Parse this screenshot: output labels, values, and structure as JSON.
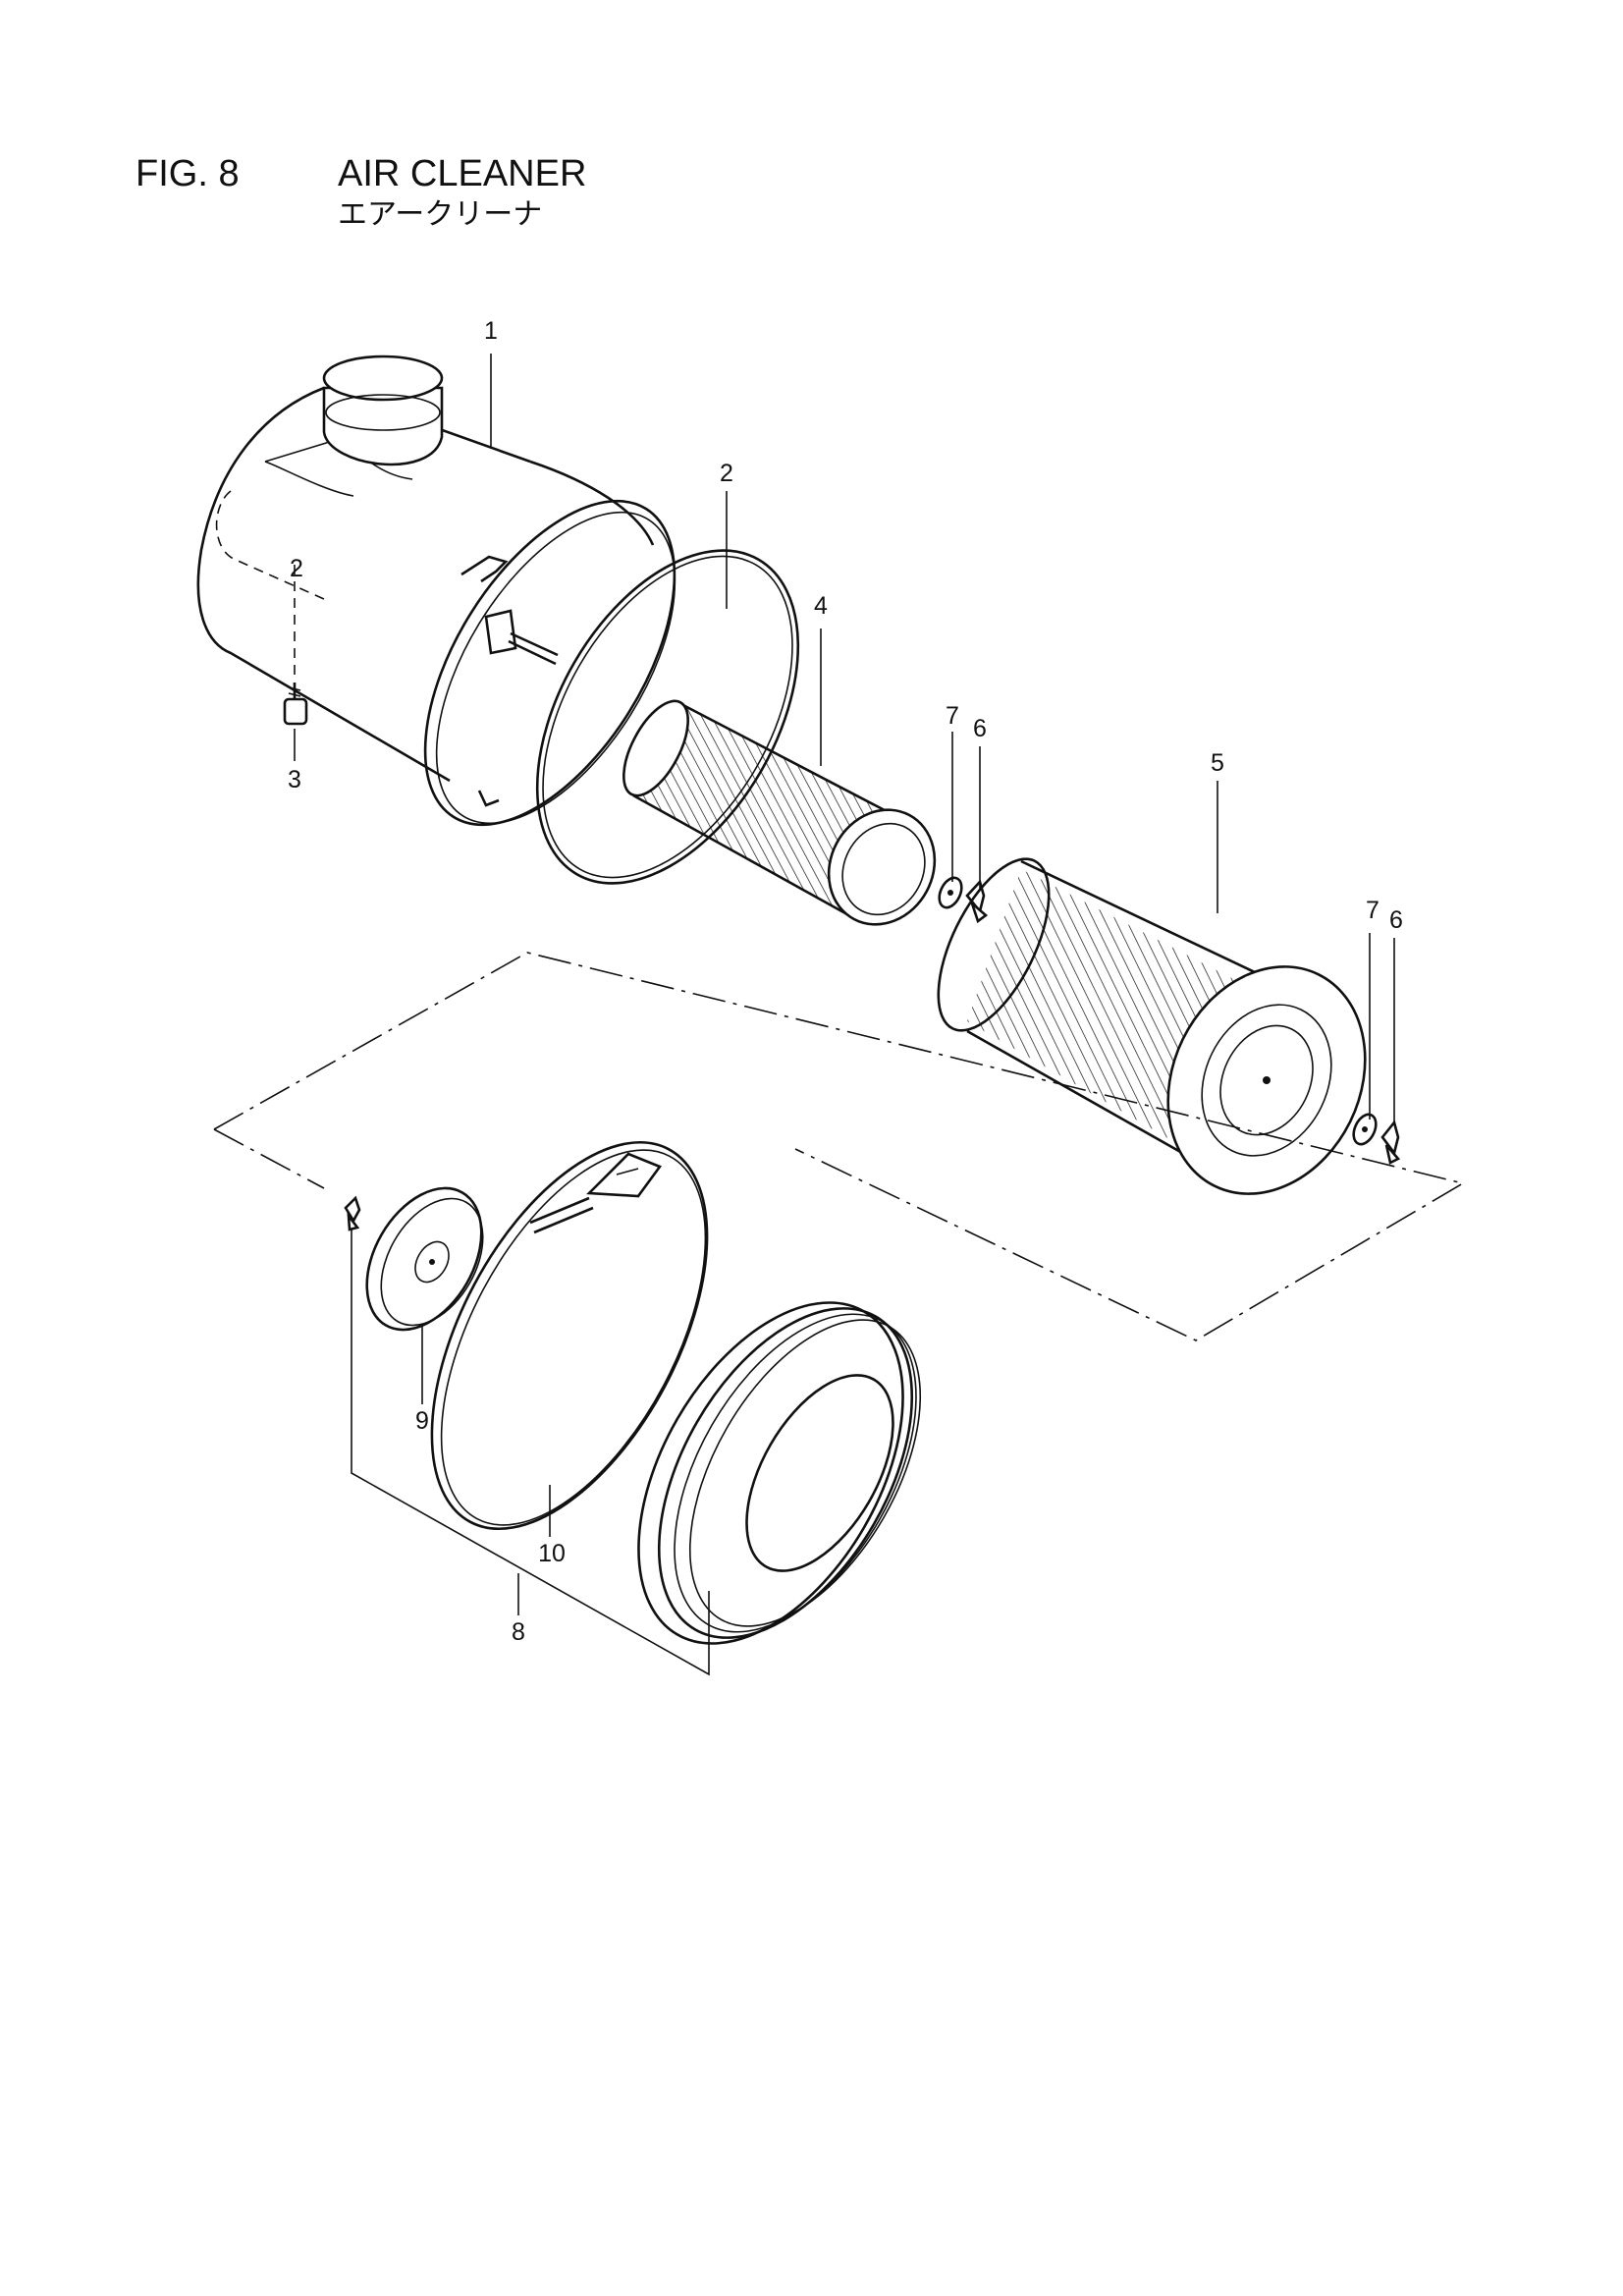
{
  "figure": {
    "number": "FIG. 8",
    "title": "AIR CLEANER",
    "subtitle": "エアークリーナ"
  },
  "callouts": [
    {
      "id": "c1",
      "label": "1"
    },
    {
      "id": "c2",
      "label": "2"
    },
    {
      "id": "c2b",
      "label": "2"
    },
    {
      "id": "c3",
      "label": "3"
    },
    {
      "id": "c4",
      "label": "4"
    },
    {
      "id": "c5",
      "label": "5"
    },
    {
      "id": "c6a",
      "label": "6"
    },
    {
      "id": "c7a",
      "label": "7"
    },
    {
      "id": "c6b",
      "label": "6"
    },
    {
      "id": "c7b",
      "label": "7"
    },
    {
      "id": "c8",
      "label": "8"
    },
    {
      "id": "c9",
      "label": "9"
    },
    {
      "id": "c10",
      "label": "10"
    }
  ]
}
